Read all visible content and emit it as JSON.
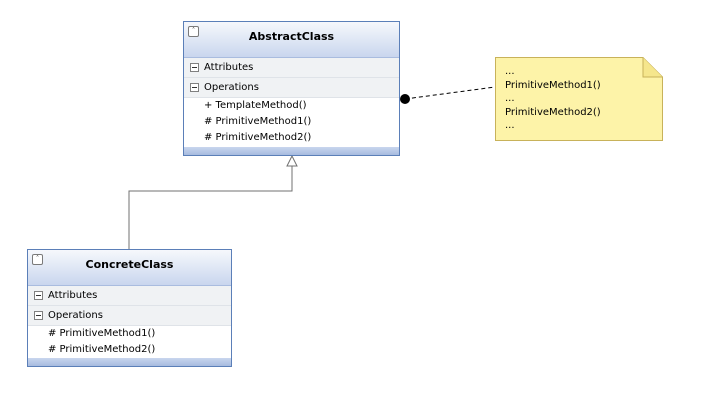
{
  "abstract_class": {
    "name": "AbstractClass",
    "attributes_label": "Attributes",
    "operations_label": "Operations",
    "operations": [
      "+ TemplateMethod()",
      "# PrimitiveMethod1()",
      "# PrimitiveMethod2()"
    ]
  },
  "concrete_class": {
    "name": "ConcreteClass",
    "attributes_label": "Attributes",
    "operations_label": "Operations",
    "operations": [
      "# PrimitiveMethod1()",
      "# PrimitiveMethod2()"
    ]
  },
  "note": {
    "lines": [
      "...",
      "PrimitiveMethod1()",
      "...",
      "PrimitiveMethod2()",
      "..."
    ]
  },
  "colors": {
    "class_border": "#5b7fb8",
    "note_fill": "#fdf3a8",
    "note_border": "#c8b25a"
  }
}
